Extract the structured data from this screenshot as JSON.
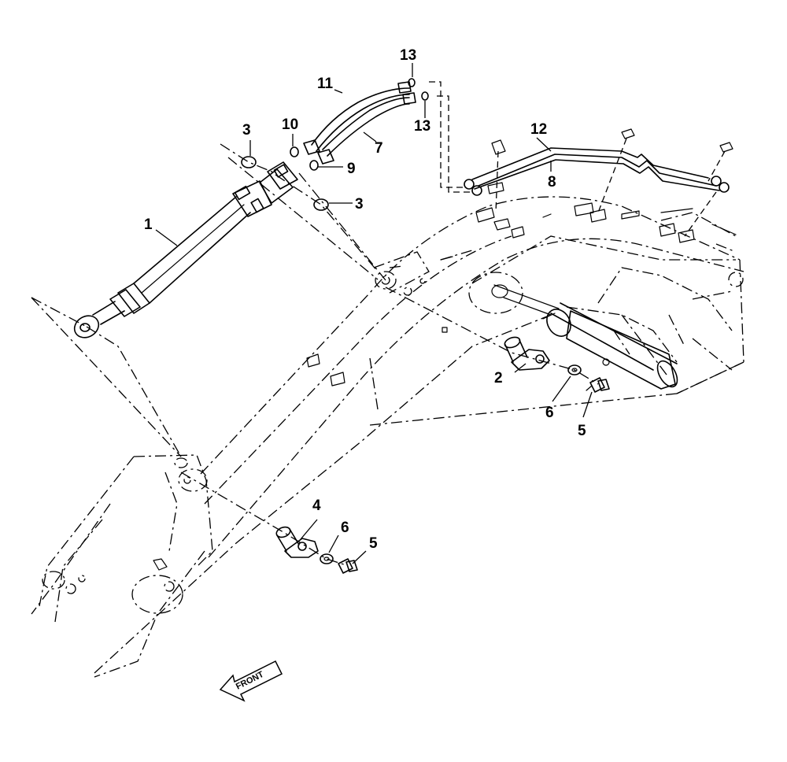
{
  "callouts": [
    {
      "id": "1",
      "text": "1"
    },
    {
      "id": "2",
      "text": "2"
    },
    {
      "id": "3a",
      "text": "3"
    },
    {
      "id": "3b",
      "text": "3"
    },
    {
      "id": "4",
      "text": "4"
    },
    {
      "id": "5a",
      "text": "5"
    },
    {
      "id": "5b",
      "text": "5"
    },
    {
      "id": "6a",
      "text": "6"
    },
    {
      "id": "6b",
      "text": "6"
    },
    {
      "id": "7",
      "text": "7"
    },
    {
      "id": "8",
      "text": "8"
    },
    {
      "id": "9",
      "text": "9"
    },
    {
      "id": "10",
      "text": "10"
    },
    {
      "id": "11",
      "text": "11"
    },
    {
      "id": "12",
      "text": "12"
    },
    {
      "id": "13a",
      "text": "13"
    },
    {
      "id": "13b",
      "text": "13"
    }
  ],
  "front_arrow": {
    "label": "FRONT"
  }
}
